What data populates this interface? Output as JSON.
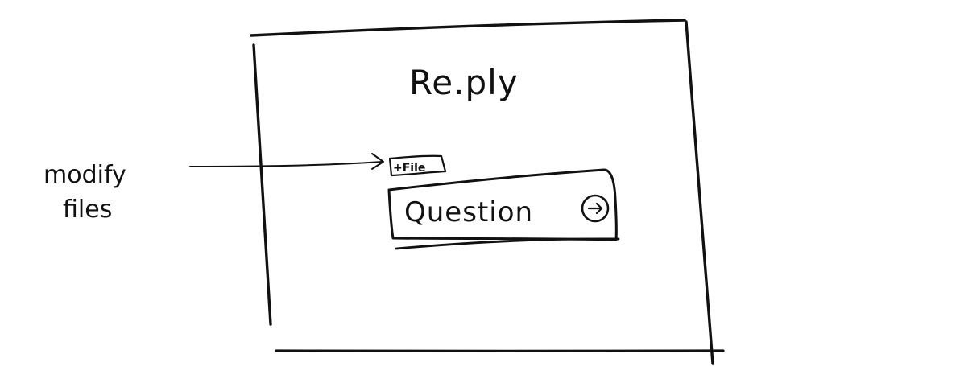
{
  "annotation": {
    "line1": "modify",
    "line2": "files"
  },
  "dialog": {
    "title": "Re.ply"
  },
  "file_button": {
    "label": "+File"
  },
  "question_input": {
    "placeholder": "Question"
  },
  "submit_button": {
    "icon": "arrow-right-circle-icon"
  }
}
